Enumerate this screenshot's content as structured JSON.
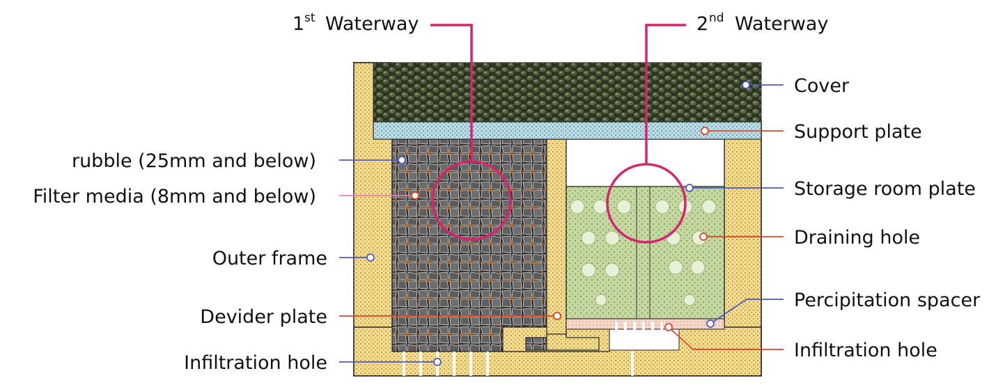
{
  "title_labels": {
    "waterway1_main": "Waterway",
    "waterway1_num": "1",
    "waterway1_sup": "st",
    "waterway2_main": "Waterway",
    "waterway2_num": "2",
    "waterway2_sup": "nd"
  },
  "labels": {
    "cover": "Cover",
    "support_plate": "Support plate",
    "storage_room_plate": "Storage room plate",
    "draining_hole": "Draining hole",
    "percipitation_spacer": "Percipitation spacer",
    "infiltration_hole_right": "Infiltration hole",
    "rubble": "rubble (25mm and below)",
    "filter_media": "Filter media (8mm and below)",
    "outer_frame": "Outer frame",
    "devider_plate": "Devider plate",
    "infiltration_hole_left": "Infiltration hole"
  },
  "colors": {
    "frame": "#f6dc8a",
    "support": "#b9dde6",
    "cover": "#3d4a2c",
    "rubble": "#5d5d5d",
    "filter": "#b5651d",
    "storage": "#c8d9a3",
    "spacer": "#f6d6c8",
    "callout_magenta": "#d6246e",
    "leader_blue": "#4b58c8",
    "leader_red": "#e0442a",
    "leader_pink": "#e77fa8"
  }
}
